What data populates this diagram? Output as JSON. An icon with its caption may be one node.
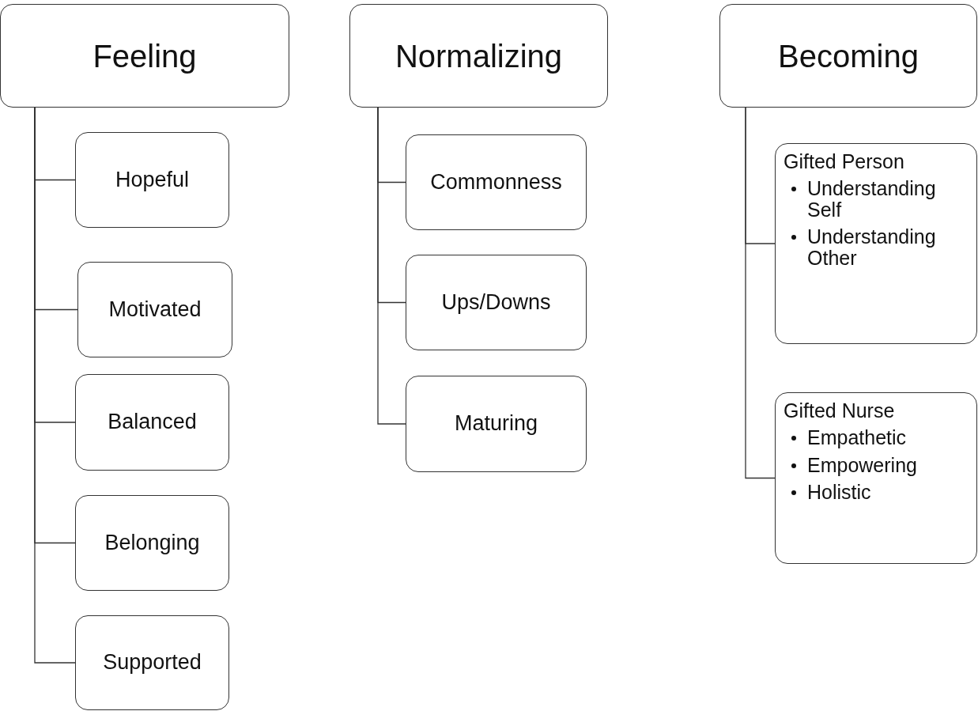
{
  "diagram": {
    "nodes": [
      {
        "text": [
          "Feeling"
        ]
      },
      {
        "text": [
          "Hopeful"
        ]
      },
      {
        "text": [
          "Motivated"
        ]
      },
      {
        "text": [
          "Balanced"
        ]
      },
      {
        "text": [
          "Belonging"
        ]
      },
      {
        "text": [
          "Supported"
        ]
      },
      {
        "text": [
          "Normalizing"
        ]
      },
      {
        "text": [
          "Commonness"
        ]
      },
      {
        "text": [
          "Ups/Downs"
        ]
      },
      {
        "text": [
          "Maturing"
        ]
      },
      {
        "text": [
          "Becoming"
        ]
      },
      {
        "text": [
          "Gifted Person",
          "Understanding Self",
          "Understanding Other"
        ]
      },
      {
        "text": [
          "Gifted Nurse",
          "Empathetic",
          "Empowering",
          "Holistic"
        ]
      }
    ],
    "edges": [
      {
        "from": 0,
        "to": 1,
        "arrow": "none"
      },
      {
        "from": 0,
        "to": 2,
        "arrow": "none"
      },
      {
        "from": 0,
        "to": 3,
        "arrow": "none"
      },
      {
        "from": 0,
        "to": 4,
        "arrow": "none"
      },
      {
        "from": 0,
        "to": 5,
        "arrow": "none"
      },
      {
        "from": 6,
        "to": 7,
        "arrow": "none"
      },
      {
        "from": 6,
        "to": 8,
        "arrow": "none"
      },
      {
        "from": 6,
        "to": 9,
        "arrow": "none"
      },
      {
        "from": 10,
        "to": 11,
        "arrow": "none"
      },
      {
        "from": 10,
        "to": 12,
        "arrow": "none"
      }
    ]
  }
}
